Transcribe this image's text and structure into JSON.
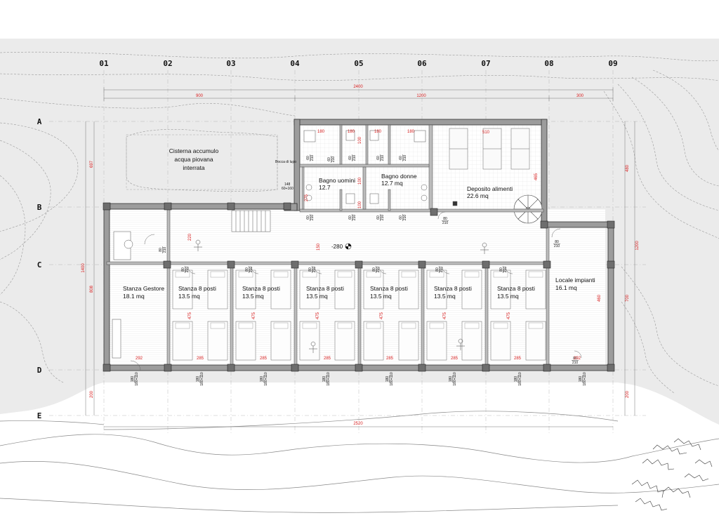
{
  "grid": {
    "columns": [
      "01",
      "02",
      "03",
      "04",
      "05",
      "06",
      "07",
      "08",
      "09"
    ],
    "rows": [
      "A",
      "B",
      "C",
      "D",
      "E"
    ]
  },
  "dimensions": {
    "top_total": "2400",
    "top_segments": [
      "900",
      "1200",
      "300"
    ],
    "bottom_total": "2520",
    "left_side": [
      "697",
      "1400",
      "808",
      "200"
    ],
    "right_side": [
      "480",
      "1200",
      "700",
      "200"
    ],
    "interior": [
      "292",
      "285",
      "285",
      "285",
      "285",
      "285",
      "285",
      "292",
      "475",
      "475",
      "475",
      "475",
      "475",
      "475",
      "460",
      "465",
      "275",
      "220",
      "150",
      "510",
      "180",
      "180",
      "180",
      "180",
      "100",
      "100",
      "100"
    ]
  },
  "rooms": {
    "cistern": [
      "Cisterna accumulo",
      "acqua piovana",
      "interrata"
    ],
    "bagno_uomini": [
      "Bagno uomini",
      "12.7"
    ],
    "bagno_donne": [
      "Bagno donne",
      "12.7 mq"
    ],
    "deposito": [
      "Deposito alimenti",
      "22.6 mq"
    ],
    "stanza_gestore": [
      "Stanza Gestore",
      "18.1 mq"
    ],
    "stanza_8_posti": [
      "Stanza 8 posti",
      "13.5 mq"
    ],
    "locale_impianti": [
      "Locale impianti",
      "16.1 mq"
    ]
  },
  "level_marker": "-280",
  "doors": {
    "typical": [
      "80",
      "210"
    ],
    "wc": [
      "60",
      "210"
    ],
    "window": [
      "180",
      "180+110"
    ],
    "small_window": [
      "148",
      "60+160"
    ]
  },
  "small_labels": [
    "Bocca di lupo"
  ]
}
